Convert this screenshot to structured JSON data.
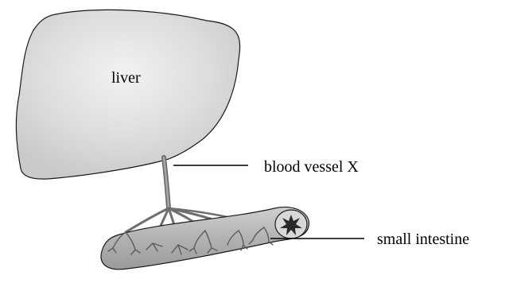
{
  "labels": {
    "liver": "liver",
    "blood_vessel": "blood vessel X",
    "small_intestine": "small intestine"
  },
  "colors": {
    "organ_fill": "#dcdcdc",
    "organ_highlight": "#efefef",
    "organ_stroke": "#1a1a1a",
    "vessel": "#6e6e6e",
    "intestine_fill": "#b8b8b8",
    "lumen": "#2a2a2a"
  }
}
